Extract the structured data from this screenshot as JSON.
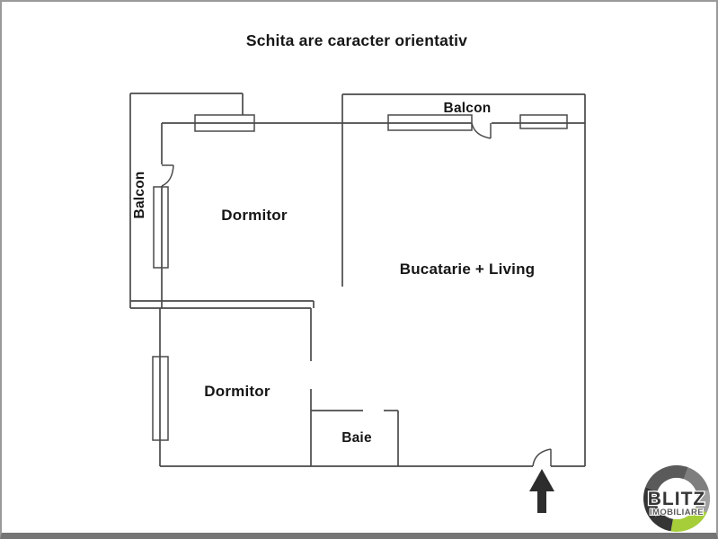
{
  "page": {
    "title": "Schita are caracter orientativ"
  },
  "floorplan": {
    "rooms": [
      {
        "id": "dormitor-top",
        "label": "Dormitor"
      },
      {
        "id": "dormitor-bottom",
        "label": "Dormitor"
      },
      {
        "id": "bucatarie-living",
        "label": "Bucatarie + Living"
      },
      {
        "id": "baie",
        "label": "Baie"
      },
      {
        "id": "balcon-top",
        "label": "Balcon"
      },
      {
        "id": "balcon-left",
        "label": "Balcon"
      }
    ],
    "entrance_marker": "arrow-up"
  },
  "logo": {
    "brand": "BLITZ",
    "tagline": "IMOBILIARE"
  },
  "colors": {
    "wall": "#4a4a4a",
    "text": "#161616",
    "arrow": "#2d2d2d",
    "frame-light": "#9a9a9a",
    "frame-dark": "#757575",
    "logo-green": "#a5ce39",
    "logo-charcoal": "#353535",
    "logo-dark": "#5a5a5a",
    "logo-mid": "#7e7e7e",
    "logo-light": "#a0a0a0"
  }
}
